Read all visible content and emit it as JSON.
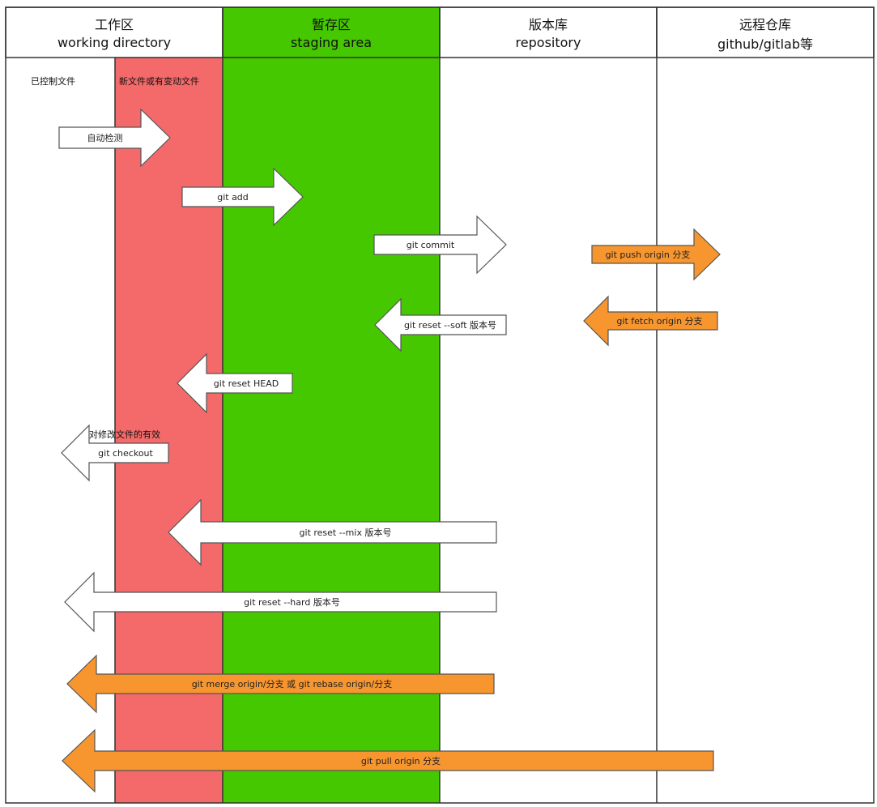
{
  "columns": [
    {
      "id": "working",
      "title": "工作区",
      "subtitle": "working directory",
      "color": "#ffffff"
    },
    {
      "id": "staging",
      "title": "暂存区",
      "subtitle": "staging area",
      "color": "#46c800"
    },
    {
      "id": "repository",
      "title": "版本库",
      "subtitle": "repository",
      "color": "#ffffff"
    },
    {
      "id": "remote",
      "title": "远程仓库",
      "subtitle": "github/gitlab等",
      "color": "#ffffff"
    }
  ],
  "subcolumns": {
    "tracked": {
      "label": "已控制文件",
      "color": "#ffffff"
    },
    "changed": {
      "label": "新文件或有变动文件",
      "color": "#f46a6a"
    }
  },
  "notes": {
    "checkout_note": "对修改文件的有效"
  },
  "colors": {
    "white_arrow_fill": "#ffffff",
    "orange_arrow_fill": "#f7962f",
    "stroke": "#555555",
    "border": "#333333"
  },
  "arrows": [
    {
      "id": "auto-detect",
      "label": "自动检测",
      "direction": "right",
      "style": "white"
    },
    {
      "id": "git-add",
      "label": "git add",
      "direction": "right",
      "style": "white"
    },
    {
      "id": "git-commit",
      "label": "git commit",
      "direction": "right",
      "style": "white"
    },
    {
      "id": "git-push",
      "label": "git push origin 分支",
      "direction": "right",
      "style": "orange"
    },
    {
      "id": "git-reset-soft",
      "label": "git reset --soft 版本号",
      "direction": "left",
      "style": "white"
    },
    {
      "id": "git-fetch",
      "label": "git fetch origin  分支",
      "direction": "left",
      "style": "orange"
    },
    {
      "id": "git-reset-head",
      "label": "git reset HEAD",
      "direction": "left",
      "style": "white"
    },
    {
      "id": "git-checkout",
      "label": "git checkout",
      "direction": "left",
      "style": "white"
    },
    {
      "id": "git-reset-mix",
      "label": "git reset --mix 版本号",
      "direction": "left",
      "style": "white"
    },
    {
      "id": "git-reset-hard",
      "label": "git reset --hard 版本号",
      "direction": "left",
      "style": "white"
    },
    {
      "id": "git-merge",
      "label": "git merge origin/分支 或 git rebase origin/分支",
      "direction": "left",
      "style": "orange"
    },
    {
      "id": "git-pull",
      "label": "git pull origin  分支",
      "direction": "left",
      "style": "orange"
    }
  ]
}
